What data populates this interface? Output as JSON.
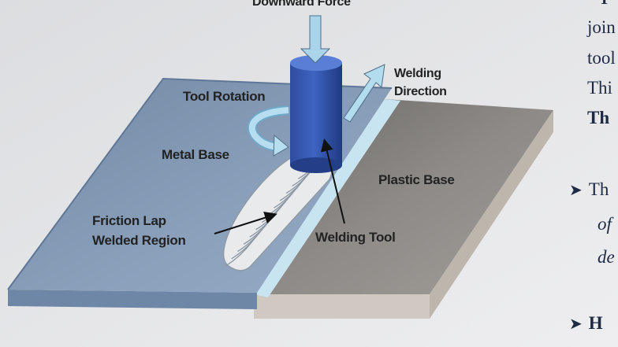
{
  "diagram": {
    "labels": {
      "downward_force": "Downward Force",
      "welding_direction_line1": "Welding",
      "welding_direction_line2": "Direction",
      "tool_rotation": "Tool Rotation",
      "metal_base": "Metal Base",
      "plastic_base": "Plastic Base",
      "friction_lap_line1": "Friction Lap",
      "friction_lap_line2": "Welded Region",
      "welding_tool": "Welding Tool"
    },
    "colors": {
      "metal_plate": "#7f97b4",
      "metal_edge": "#6c85a3",
      "plastic_plate": "#7d7b79",
      "plastic_edge": "#d2cdc6",
      "tool": "#2c4fa8",
      "arrow": "#a7d3ea",
      "weld_region": "#e7e8ea"
    }
  },
  "side_text": {
    "top_fragment": "T",
    "line1": "join",
    "line2": "tool",
    "line3": "Thi",
    "line4": "Th",
    "bullet1": "Th",
    "line5": "of",
    "line6": "de",
    "bullet2": "H"
  }
}
